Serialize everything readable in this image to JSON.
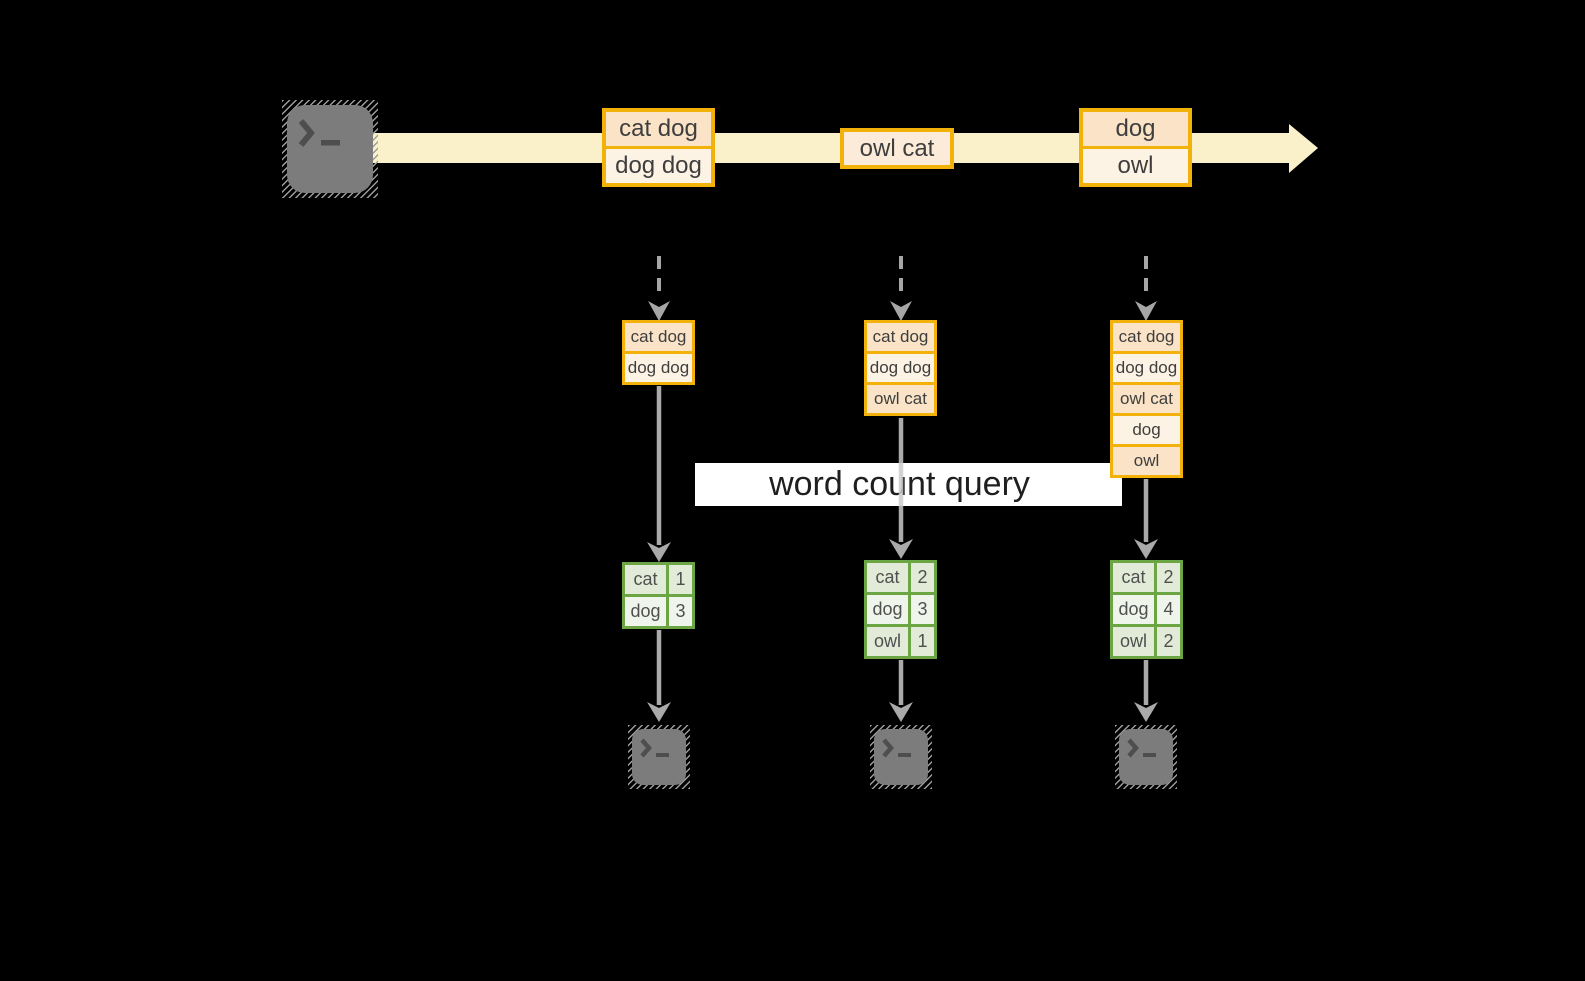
{
  "banner": {
    "label": "word count query"
  },
  "stream": {
    "messages": [
      {
        "lines": [
          "cat dog",
          "dog dog"
        ]
      },
      {
        "lines": [
          "owl cat"
        ]
      },
      {
        "lines": [
          "dog",
          "owl"
        ]
      }
    ]
  },
  "columns": [
    {
      "buffer": [
        "cat dog",
        "dog dog"
      ],
      "counts": [
        {
          "word": "cat",
          "value": "1"
        },
        {
          "word": "dog",
          "value": "3"
        }
      ]
    },
    {
      "buffer": [
        "cat dog",
        "dog dog",
        "owl cat"
      ],
      "counts": [
        {
          "word": "cat",
          "value": "2"
        },
        {
          "word": "dog",
          "value": "3"
        },
        {
          "word": "owl",
          "value": "1"
        }
      ]
    },
    {
      "buffer": [
        "cat dog",
        "dog dog",
        "owl cat",
        "dog",
        "owl"
      ],
      "counts": [
        {
          "word": "cat",
          "value": "2"
        },
        {
          "word": "dog",
          "value": "4"
        },
        {
          "word": "owl",
          "value": "2"
        }
      ]
    }
  ],
  "icons": {
    "source_terminal": "terminal-prompt",
    "consumer_terminal": "terminal-prompt"
  },
  "colors": {
    "background": "#000000",
    "stream_band": "#FAF0CA",
    "box_border_gold": "#F2B20A",
    "box_fill_peach": "#FAE3C6",
    "box_fill_cream": "#FDF3E5",
    "table_border_green": "#6CA544",
    "table_cell_dark": "#E2EBD7",
    "table_cell_light": "#F0F5EB",
    "arrow_gray": "#ABABAB",
    "banner_bg": "#FFFFFF",
    "terminal_gray": "#7C7C7C",
    "text_dark": "#3E3E3E"
  }
}
